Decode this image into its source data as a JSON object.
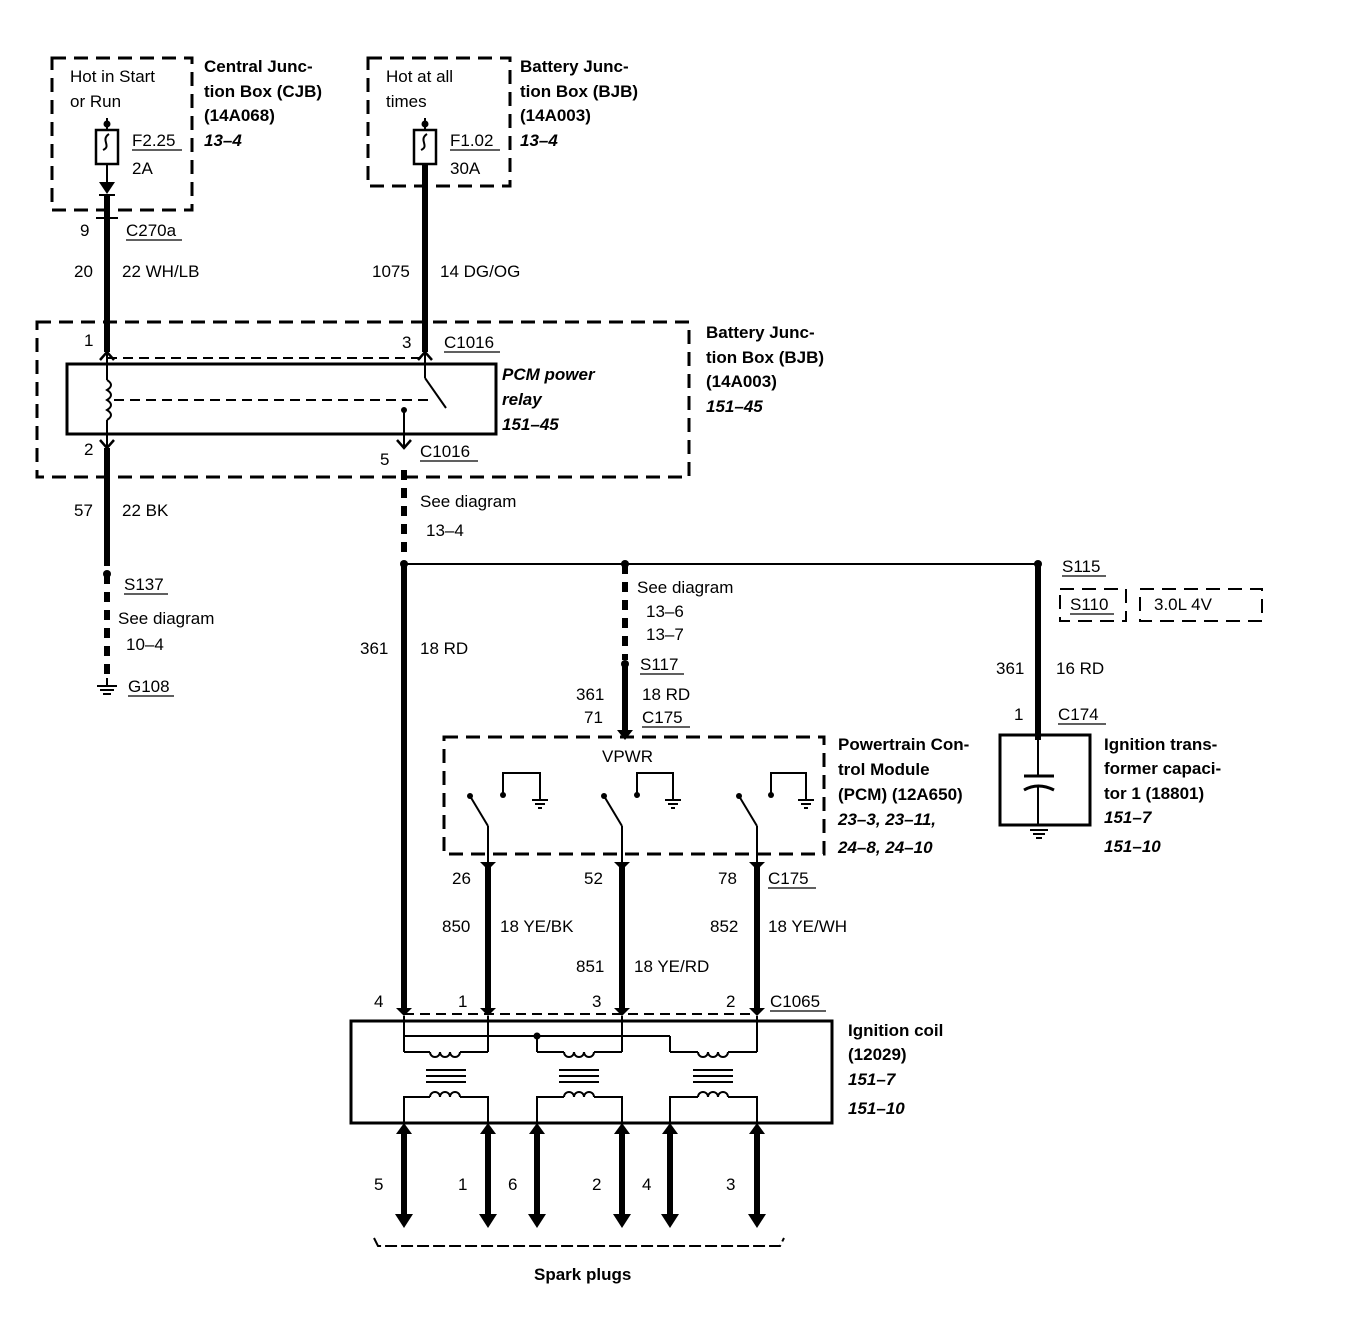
{
  "cjb": {
    "box_line1": "Hot in Start",
    "box_line2": "or Run",
    "fuse_id": "F2.25",
    "fuse_rating": "2A",
    "title1": "Central Junc-",
    "title2": "tion Box (CJB)",
    "part": "(14A068)",
    "ref": "13–4",
    "pin": "9",
    "connector": "C270a"
  },
  "bjb_top": {
    "box_line1": "Hot at all",
    "box_line2": "times",
    "fuse_id": "F1.02",
    "fuse_rating": "30A",
    "title1": "Battery Junc-",
    "title2": "tion Box (BJB)",
    "part": "(14A003)",
    "ref": "13–4"
  },
  "wire_20": {
    "circuit": "20",
    "gauge_color": "22 WH/LB"
  },
  "wire_1075": {
    "circuit": "1075",
    "gauge_color": "14 DG/OG"
  },
  "bjb_relay": {
    "pin1": "1",
    "pin2": "2",
    "pin3": "3",
    "pin5": "5",
    "conn_top": "C1016",
    "conn_bottom": "C1016",
    "relay_name1": "PCM power",
    "relay_name2": "relay",
    "relay_ref": "151–45",
    "title1": "Battery Junc-",
    "title2": "tion Box (BJB)",
    "part": "(14A003)",
    "ref": "151–45"
  },
  "ground_branch": {
    "circuit": "57",
    "gauge_color": "22 BK",
    "splice": "S137",
    "see": "See diagram",
    "see_ref": "10–4",
    "ground": "G108"
  },
  "see_top": {
    "text": "See diagram",
    "ref": "13–4"
  },
  "wire_361_main": {
    "circuit": "361",
    "gauge_color": "18 RD"
  },
  "pcm_branch": {
    "see": "See diagram",
    "ref1": "13–6",
    "ref2": "13–7",
    "splice": "S117",
    "circuit": "361",
    "gauge_color": "18 RD",
    "pin": "71",
    "connector": "C175"
  },
  "cap_branch": {
    "splice": "S115",
    "alt_splice": "S110",
    "engine": "3.0L 4V",
    "circuit": "361",
    "gauge_color": "16 RD",
    "pin": "1",
    "connector": "C174",
    "title1": "Ignition trans-",
    "title2": "former capaci-",
    "title3": "tor 1 (18801)",
    "ref1": "151–7",
    "ref2": "151–10"
  },
  "pcm": {
    "vpwr": "VPWR",
    "title1": "Powertrain Con-",
    "title2": "trol Module",
    "title3": "(PCM) (12A650)",
    "ref1": "23–3, 23–11,",
    "ref2": "24–8, 24–10",
    "pin_a": "26",
    "pin_b": "52",
    "pin_c": "78",
    "connector": "C175"
  },
  "coil_wires": {
    "w850": "850",
    "w850_gc": "18 YE/BK",
    "w851": "851",
    "w851_gc": "18 YE/RD",
    "w852": "852",
    "w852_gc": "18 YE/WH"
  },
  "coil": {
    "pin4": "4",
    "pin1": "1",
    "pin3": "3",
    "pin2": "2",
    "connector": "C1065",
    "title1": "Ignition coil",
    "title2": "(12029)",
    "ref1": "151–7",
    "ref2": "151–10"
  },
  "plugs": {
    "p5": "5",
    "p1": "1",
    "p6": "6",
    "p2": "2",
    "p4": "4",
    "p3": "3",
    "label": "Spark plugs"
  }
}
